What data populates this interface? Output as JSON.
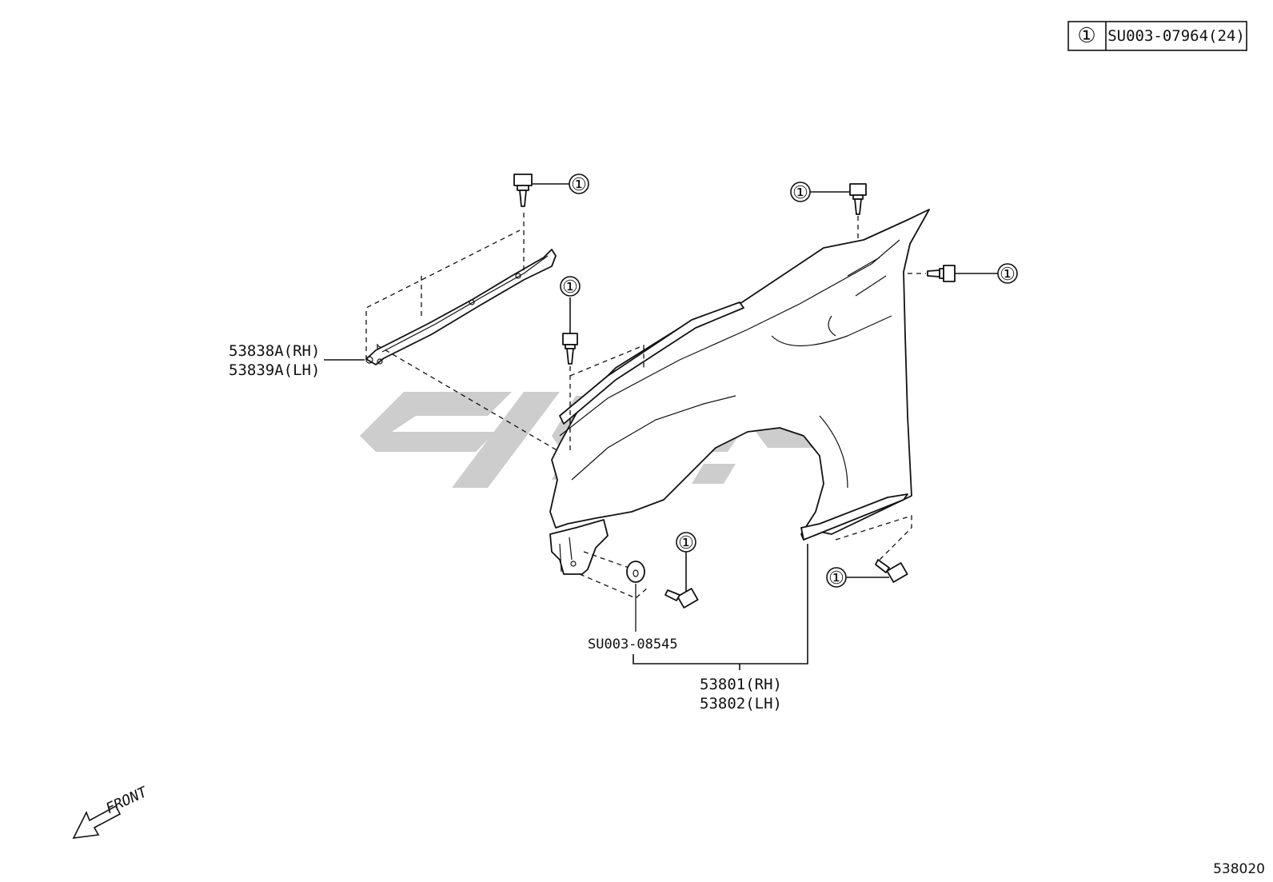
{
  "legend": {
    "symbol": "①",
    "code": "SU003-07964(24)"
  },
  "callout_symbol": "①",
  "labels": {
    "bracket_rh": "53838A(RH)",
    "bracket_lh": "53839A(LH)",
    "clip": "SU003-08545",
    "fender_rh": "53801(RH)",
    "fender_lh": "53802(LH)",
    "front": "FRONT",
    "diagram_id": "538020"
  }
}
